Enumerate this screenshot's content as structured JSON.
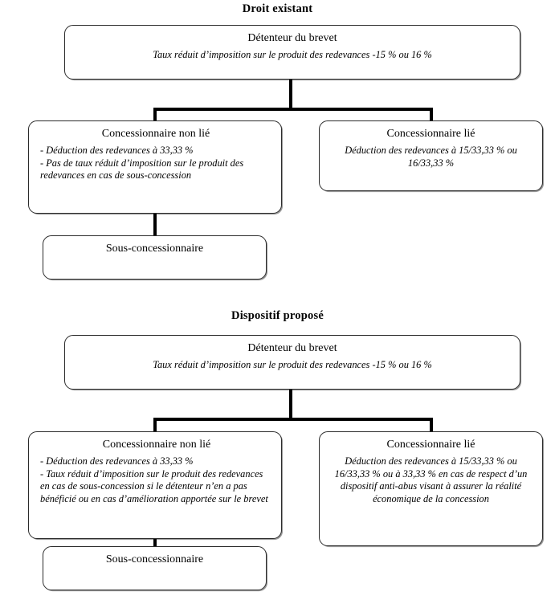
{
  "document": {
    "language": "fr",
    "background_color": "#ffffff",
    "line_color": "#000000",
    "box_border_color": "#2b2b2b"
  },
  "sections": [
    {
      "id": "droit-existant",
      "title": "Droit existant",
      "root": {
        "title": "Détenteur du brevet",
        "body": "Taux réduit d’imposition sur le produit des redevances -15 % ou 16 %"
      },
      "branch_left": {
        "title": "Concessionnaire non lié",
        "lines": [
          {
            "text": "- Déduction des redevances à 33,33 %",
            "bold": false
          },
          {
            "text": "- Pas de taux réduit d’imposition sur le produit des redevances en cas de sous-concession",
            "bold": false
          }
        ]
      },
      "branch_right": {
        "title": "Concessionnaire lié",
        "lines": [
          {
            "text": "Déduction des redevances à 15/33,33 % ou 16/33,33 %",
            "bold": false
          }
        ]
      },
      "leaf": {
        "title": "Sous-concessionnaire",
        "lines": []
      }
    },
    {
      "id": "dispositif-propose",
      "title": "Dispositif proposé",
      "root": {
        "title": "Détenteur du brevet",
        "body": "Taux réduit d’imposition sur le produit des redevances -15 % ou 16 %"
      },
      "branch_left": {
        "title": "Concessionnaire non lié",
        "lines": [
          {
            "text": "- Déduction des redevances à 33,33 %",
            "bold": false
          },
          {
            "text": "- Taux réduit d’imposition sur le produit des redevances en cas de sous-concession si le détenteur n’en a pas bénéficié ou en cas d’amélioration apportée sur le brevet",
            "bold": true
          }
        ]
      },
      "branch_right": {
        "title": "Concessionnaire lié",
        "lines": [
          {
            "text": "Déduction des redevances à 15/33,33 % ou 16/33,33 % ou à 33,33 % en cas de respect d’un dispositif anti-abus visant à assurer la réalité économique de la concession",
            "bold": true
          }
        ]
      },
      "leaf": {
        "title": "Sous-concessionnaire",
        "lines": []
      }
    }
  ]
}
